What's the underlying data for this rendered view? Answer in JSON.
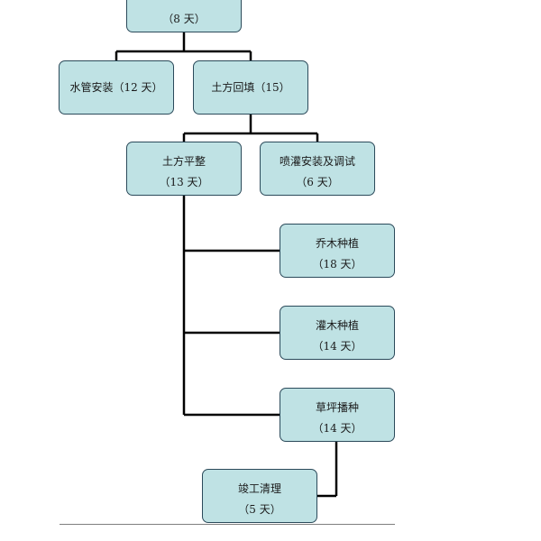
{
  "diagram": {
    "nodes": {
      "top": {
        "name": "",
        "duration": "（8 天）"
      },
      "pipe": {
        "name": "水管安装（12 天）"
      },
      "backfill": {
        "name": "土方回填（15）"
      },
      "leveling": {
        "name": "土方平整",
        "duration": "（13 天）"
      },
      "sprinkler": {
        "name": "喷灌安装及调试",
        "duration": "（6 天）"
      },
      "trees": {
        "name": "乔木种植",
        "duration": "（18 天）"
      },
      "shrubs": {
        "name": "灌木种植",
        "duration": "（14 天）"
      },
      "lawn": {
        "name": "草坪播种",
        "duration": "（14 天）"
      },
      "cleanup": {
        "name": "竣工清理",
        "duration": "（5 天）"
      }
    },
    "colors": {
      "node_fill": "#bfe2e4",
      "node_border": "#2b4a5a",
      "connector": "#000000"
    }
  }
}
